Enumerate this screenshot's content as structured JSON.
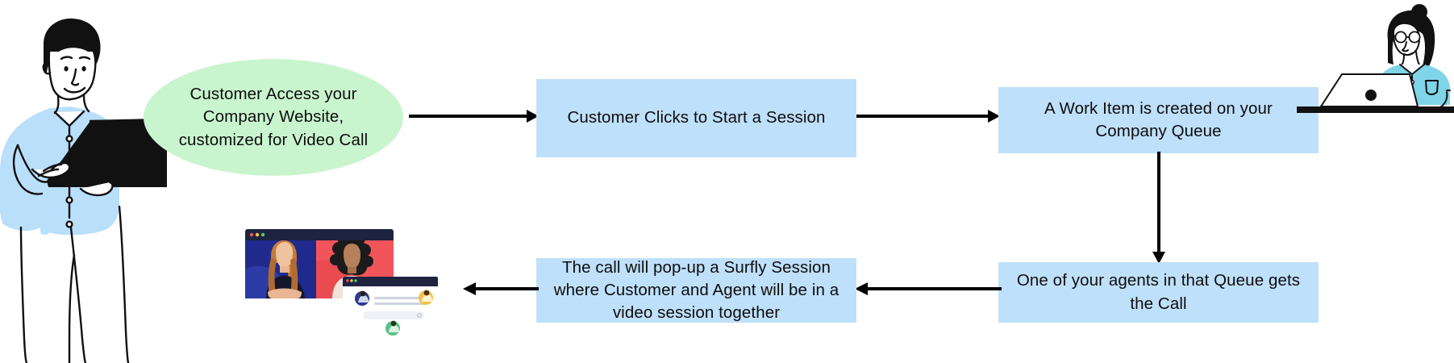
{
  "diagram": {
    "title": "Surfly video call workflow",
    "colors": {
      "node_fill_blue": "#bfe0fa",
      "node_fill_green": "#c9f5ce",
      "arrow": "#000000",
      "background": "#ffffff",
      "text": "#0d0d0d",
      "shirt_blue": "#b9dffa",
      "shirt_cyan": "#7fd4e8",
      "laptop_black": "#111111",
      "video_left_bg": "#1f2a8c",
      "video_right_bg": "#f1555a",
      "window_chrome": "#1e2340"
    },
    "nodes": [
      {
        "id": "start",
        "shape": "ellipse",
        "text": "Customer Access your Company Website, customized for Video Call"
      },
      {
        "id": "clicks",
        "shape": "rect",
        "text": "Customer Clicks to Start a Session"
      },
      {
        "id": "work-item",
        "shape": "rect",
        "text": "A Work Item is created on your Company Queue"
      },
      {
        "id": "agent-gets-call",
        "shape": "rect",
        "text": "One of your agents in that Queue gets the Call"
      },
      {
        "id": "surfly-session",
        "shape": "rect",
        "text": "The call will pop-up a Surfly Session where Customer and Agent will be in a video session together"
      }
    ],
    "arrows": [
      {
        "id": "start-to-clicks",
        "direction": "right"
      },
      {
        "id": "clicks-to-work-item",
        "direction": "right"
      },
      {
        "id": "work-item-to-agent",
        "direction": "down"
      },
      {
        "id": "agent-to-surfly",
        "direction": "left"
      },
      {
        "id": "surfly-to-thumbnail",
        "direction": "left"
      }
    ],
    "illustrations": [
      {
        "id": "customer-person",
        "description": "Man in light blue shirt holding a black laptop"
      },
      {
        "id": "agent-person",
        "description": "Woman with hair bun and glasses in cyan shirt working at a white laptop"
      },
      {
        "id": "video-call-thumbnail",
        "description": "Browser window showing a two-person video call with a smaller co-browsing window overlapping"
      }
    ]
  }
}
